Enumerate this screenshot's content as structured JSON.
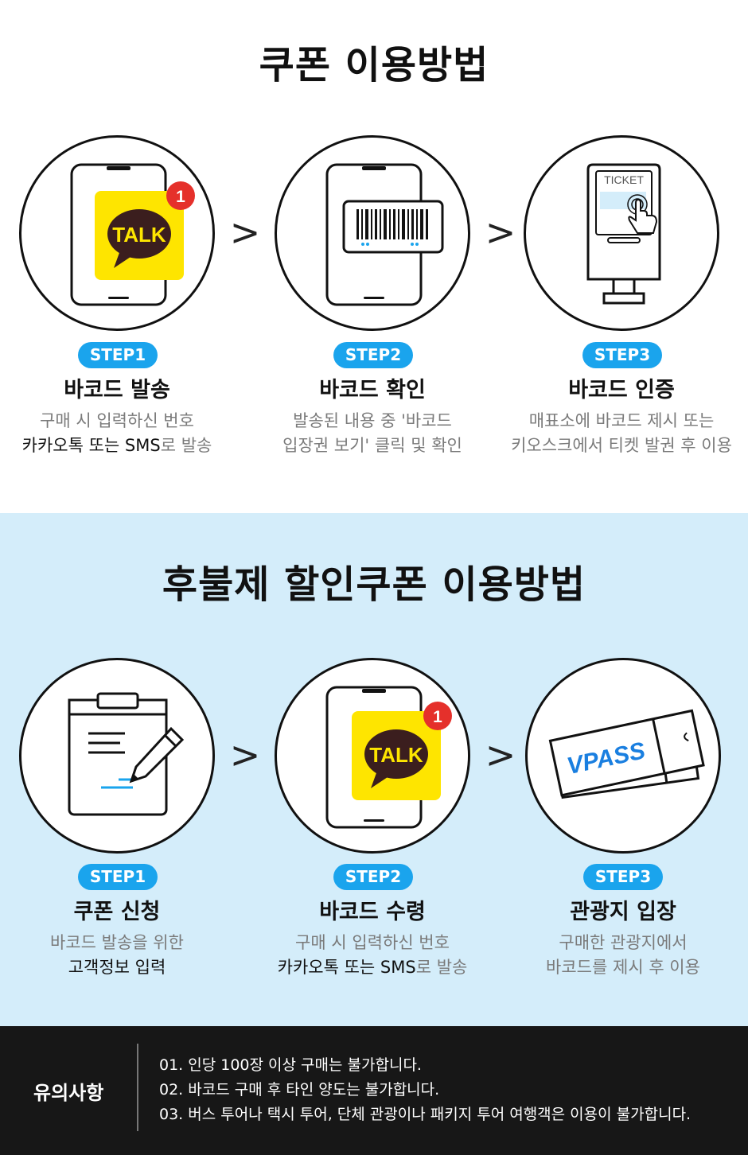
{
  "section1": {
    "title": "쿠폰 이용방법",
    "steps": [
      {
        "badge": "STEP1",
        "title": "바코드 발송",
        "desc_line1": "구매 시 입력하신 번호",
        "desc_line2_bold": "카카오톡 또는 SMS",
        "desc_line2_rest": "로 발송",
        "icon": "kakaotalk-phone-icon",
        "talk_text": "TALK",
        "notif_count": "1"
      },
      {
        "badge": "STEP2",
        "title": "바코드 확인",
        "desc_line1": "발송된 내용 중 '바코드",
        "desc_line2": "입장권 보기' 클릭 및 확인",
        "icon": "barcode-phone-icon"
      },
      {
        "badge": "STEP3",
        "title": "바코드 인증",
        "desc_line1": "매표소에 바코드 제시 또는",
        "desc_line2": "키오스크에서 티켓 발권 후 이용",
        "icon": "ticket-kiosk-icon",
        "kiosk_text": "TICKET"
      }
    ],
    "arrow": ">"
  },
  "section2": {
    "title": "후불제 할인쿠폰 이용방법",
    "steps": [
      {
        "badge": "STEP1",
        "title": "쿠폰 신청",
        "desc_line1": "바코드 발송을 위한",
        "desc_line2_bold": "고객정보 입력",
        "icon": "clipboard-pen-icon"
      },
      {
        "badge": "STEP2",
        "title": "바코드 수령",
        "desc_line1": "구매 시 입력하신 번호",
        "desc_line2_bold": "카카오톡 또는 SMS",
        "desc_line2_rest": "로 발송",
        "icon": "kakaotalk-phone-icon",
        "talk_text": "TALK",
        "notif_count": "1"
      },
      {
        "badge": "STEP3",
        "title": "관광지 입장",
        "desc_line1": "구매한 관광지에서",
        "desc_line2": "바코드를 제시 후 이용",
        "icon": "vpass-ticket-icon",
        "ticket_text": "VPASS"
      }
    ],
    "arrow": ">"
  },
  "notice": {
    "label": "유의사항",
    "items": [
      "01. 인당 100장 이상 구매는 불가합니다.",
      "02. 바코드 구매 후 타인 양도는 불가합니다.",
      "03. 버스 투어나 택시 투어, 단체 관광이나 패키지 투어 여행객은 이용이 불가합니다."
    ]
  },
  "colors": {
    "accent_blue": "#1aa4ed",
    "kakao_yellow": "#fee500",
    "kakao_brown": "#3b1e1e",
    "section2_bg": "#d4edfa",
    "notice_bg": "#171717",
    "notif_red": "#e5302b"
  }
}
